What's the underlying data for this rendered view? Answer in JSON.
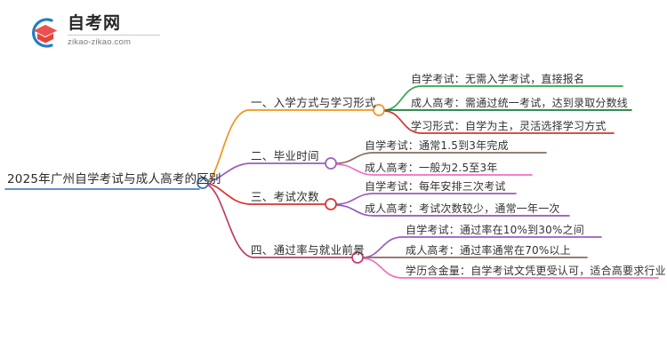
{
  "logo": {
    "name": "自考网",
    "domain": "zikao-zikao.com",
    "mark_icon": "graduation-cap-logo-icon",
    "arc_color": "#1f7fc4",
    "cap_color": "#e8413c"
  },
  "mindmap": {
    "root": {
      "label": "2025年广州自学考试与成人高考的区别",
      "color": "#2f6fb5"
    },
    "branches": [
      {
        "index": "1",
        "label": "一、入学方式与学习形式",
        "color": "#f0951f",
        "children": [
          {
            "label": "自学考试：无需入学考试，直接报名",
            "color": "#2fa84f"
          },
          {
            "label": "成人高考：需通过统一考试，达到录取分数线",
            "color": "#1c7a3a"
          },
          {
            "label": "学习形式：自学为主，灵活选择学习方式",
            "color": "#d9342b"
          }
        ]
      },
      {
        "index": "2",
        "label": "二、毕业时间",
        "color": "#9a5fc0",
        "children": [
          {
            "label": "自学考试：通常1.5到3年完成",
            "color": "#8a6a5e"
          },
          {
            "label": "成人高考：一般为2.5至3年",
            "color": "#ef6ec0"
          }
        ]
      },
      {
        "index": "3",
        "label": "三、考试次数",
        "color": "#d9342b",
        "children": [
          {
            "label": "自学考试：每年安排三次考试",
            "color": "#9a5fc0"
          },
          {
            "label": "成人高考：考试次数较少，通常一年一次",
            "color": "#8f57c4"
          }
        ]
      },
      {
        "index": "4",
        "label": "四、通过率与就业前景",
        "color": "#c0396e",
        "children": [
          {
            "label": "自学考试：通过率在10%到30%之间",
            "color": "#9a5fc0"
          },
          {
            "label": "成人高考：通过率通常在70%以上",
            "color": "#8a6a5e"
          },
          {
            "label": "学历含金量：自学考试文凭更受认可，适合高要求行业",
            "color": "#ef6ec0"
          }
        ]
      }
    ]
  }
}
